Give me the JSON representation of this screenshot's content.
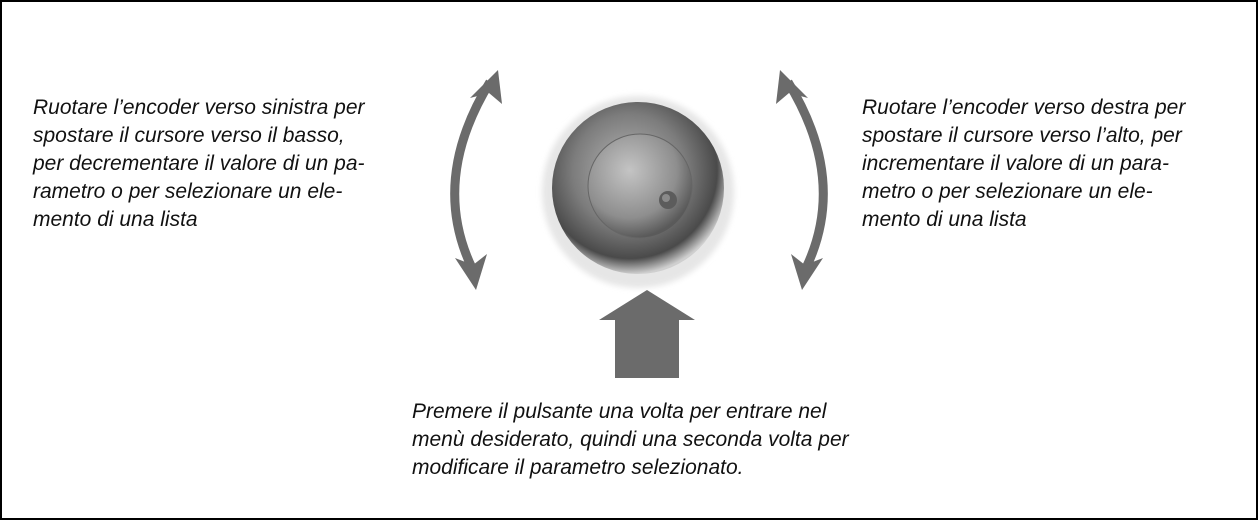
{
  "left_text": {
    "lines": [
      "Ruotare l’encoder verso sinistra per",
      "spostare il cursore verso il basso,",
      "per decrementare il valore di un pa-",
      "rametro o per selezionare un ele-",
      "mento di una lista"
    ]
  },
  "right_text": {
    "lines": [
      "Ruotare l’encoder verso destra per",
      "spostare il cursore verso l’alto, per",
      "incrementare il valore di un para-",
      "metro o per selezionare un ele-",
      "mento di una lista"
    ]
  },
  "bottom_text": {
    "lines": [
      "Premere il pulsante una volta per entrare nel",
      "menù desiderato, quindi una seconda volta per",
      "modificare il parametro selezionato."
    ]
  },
  "colors": {
    "arrow": "#6b6b6b",
    "knob_outer": "#7a7a7a",
    "knob_inner": "#9a9a9a"
  },
  "icons": [
    "encoder-knob-icon",
    "rotate-left-arrow-icon",
    "rotate-right-arrow-icon",
    "push-arrow-icon"
  ]
}
